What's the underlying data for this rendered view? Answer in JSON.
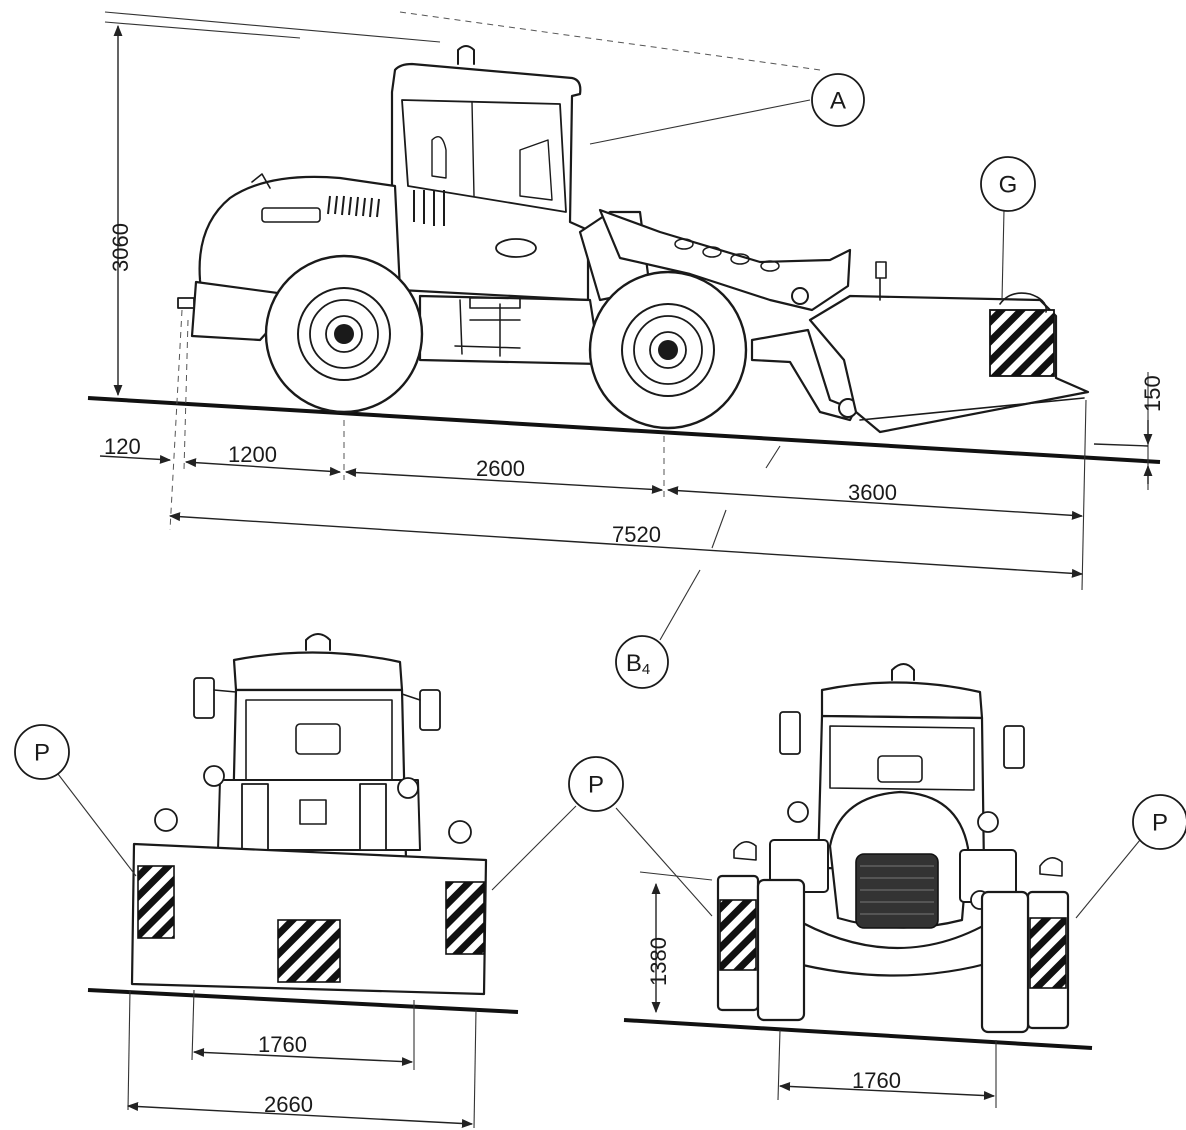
{
  "colors": {
    "line": "#1a1a1a",
    "background": "#ffffff",
    "hatch": "#111111"
  },
  "callouts": {
    "a": "A",
    "g": "G",
    "b": "B",
    "b_sub": "4",
    "p": "P"
  },
  "dimensions": {
    "height_total": "3060",
    "rear_overhang": "120",
    "rear_to_axle": "1200",
    "wheelbase": "2600",
    "front_overhang": "3600",
    "total_length": "7520",
    "blade_clearance": "150",
    "rear_track": "1760",
    "rear_width": "2660",
    "front_mount_height": "1380",
    "front_track": "1760"
  }
}
